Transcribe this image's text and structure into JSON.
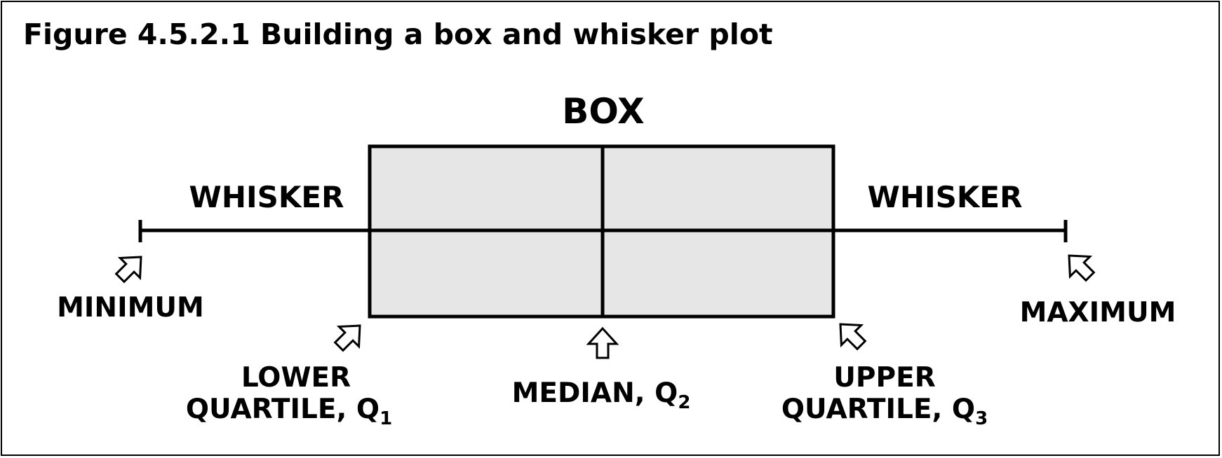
{
  "figure": {
    "title": "Figure 4.5.2.1 Building a box and whisker plot",
    "box_label": "BOX",
    "whisker_left_label": "WHISKER",
    "whisker_right_label": "WHISKER",
    "minimum_label": "MINIMUM",
    "maximum_label": "MAXIMUM",
    "lower_quartile": {
      "line1": "LOWER",
      "line2": "QUARTILE, Q",
      "subscript": "1"
    },
    "median": {
      "text": "MEDIAN, Q",
      "subscript": "2"
    },
    "upper_quartile": {
      "line1": "UPPER",
      "line2": "QUARTILE, Q",
      "subscript": "3"
    }
  },
  "colors": {
    "box_fill": "#e6e6e6",
    "stroke": "#000000",
    "background": "#ffffff"
  },
  "icons": {
    "minimum_arrow": "arrow-up-right-outline-icon",
    "lower_quartile_arrow": "arrow-up-right-outline-icon",
    "median_arrow": "arrow-up-outline-icon",
    "upper_quartile_arrow": "arrow-up-left-outline-icon",
    "maximum_arrow": "arrow-up-left-outline-icon"
  }
}
